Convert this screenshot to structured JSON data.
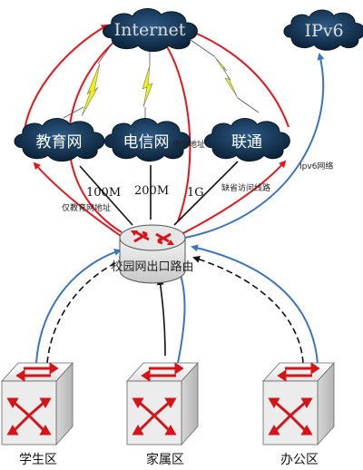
{
  "clouds": {
    "internet": "Internet",
    "ipv6": "IPv6",
    "edu": "教育网",
    "telecom": "电信网",
    "unicom": "联通"
  },
  "links": {
    "edu_bw": "100M",
    "telecom_bw": "200M",
    "unicom_bw": "1G"
  },
  "annotations": {
    "edu_only": "仅教育网地址",
    "telecom_addr": "电信地址",
    "default_route": "缺省访问线路",
    "ipv6_net": "Ipv6网络"
  },
  "router": {
    "label": "校园网出口路由"
  },
  "zones": {
    "student": "学生区",
    "family": "家属区",
    "office": "办公区"
  },
  "colors": {
    "red_path": "#e8141b",
    "blue_path": "#3a74c4",
    "cloud": "#0f2f4a",
    "lightning": "#f2f20a"
  }
}
